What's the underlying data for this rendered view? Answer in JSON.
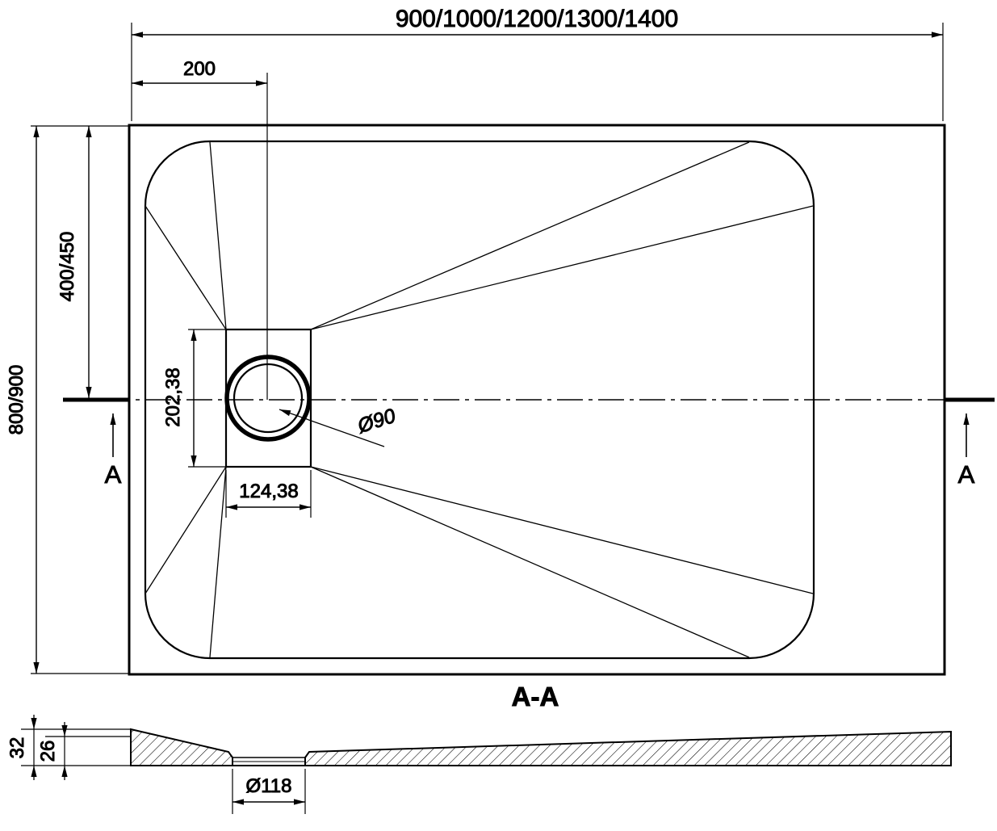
{
  "top_view": {
    "width_dim": "900/1000/1200/1300/1400",
    "drain_offset_dim": "200",
    "height_dim": "800/900",
    "drain_center_dim": "400/450",
    "drain_box_height_dim": "202,38",
    "drain_box_width_dim": "124,38",
    "drain_diameter_dim": "Ø90",
    "section_marker_left": "A",
    "section_marker_right": "A"
  },
  "section_view": {
    "title": "A-A",
    "total_thickness_dim": "32",
    "rim_thickness_dim": "26",
    "drain_hole_dim": "Ø118"
  },
  "colors": {
    "line": "#000000",
    "background": "#ffffff"
  }
}
